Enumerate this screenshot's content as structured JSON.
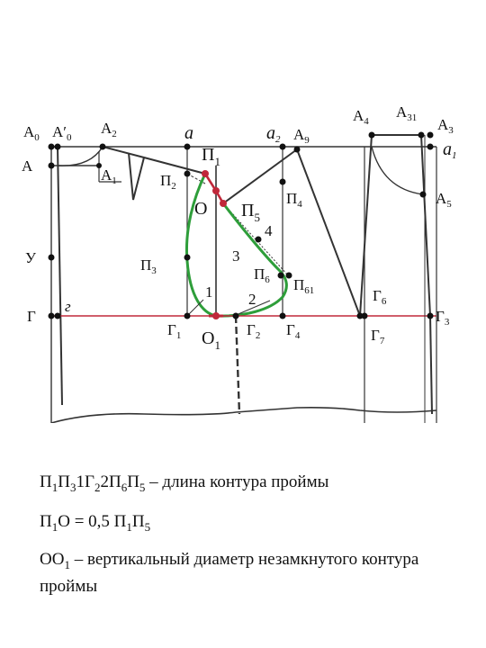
{
  "labels": {
    "A0": [
      "А",
      "0"
    ],
    "A0p": [
      "А′",
      "0"
    ],
    "A2": [
      "А",
      "2"
    ],
    "A": [
      "А",
      ""
    ],
    "A1": [
      "А",
      "1"
    ],
    "a": [
      "a",
      ""
    ],
    "P1": [
      "П",
      "1"
    ],
    "P2": [
      "П",
      "2"
    ],
    "O": [
      "О",
      ""
    ],
    "P5": [
      "П",
      "5"
    ],
    "a2": [
      "a",
      "2"
    ],
    "A9": [
      "А",
      "9"
    ],
    "P4": [
      "П",
      "4"
    ],
    "n4": [
      "4",
      ""
    ],
    "n3": [
      "3",
      ""
    ],
    "P3": [
      "П",
      "3"
    ],
    "P6": [
      "П",
      "6"
    ],
    "P61": [
      "П",
      "61"
    ],
    "n1": [
      "1",
      ""
    ],
    "n2": [
      "2",
      ""
    ],
    "U": [
      "У",
      ""
    ],
    "G": [
      "Г",
      ""
    ],
    "g": [
      "г",
      ""
    ],
    "G1": [
      "Г",
      "1"
    ],
    "O1": [
      "О",
      "1"
    ],
    "G2": [
      "Г",
      "2"
    ],
    "G4": [
      "Г",
      "4"
    ],
    "A4": [
      "А",
      "4"
    ],
    "A31": [
      "А",
      "31"
    ],
    "A3": [
      "А",
      "3"
    ],
    "a1": [
      "a",
      "1"
    ],
    "A5": [
      "А",
      "5"
    ],
    "G6": [
      "Г",
      "6"
    ],
    "G7": [
      "Г",
      "7"
    ],
    "G3": [
      "Г",
      "3"
    ]
  },
  "colors": {
    "line": "#333333",
    "armhole": "#2e9e3a",
    "accent": "#c0283a",
    "construction": "#555555"
  },
  "captions": {
    "line1": [
      [
        "П",
        ""
      ],
      [
        "",
        "1"
      ],
      [
        "П",
        ""
      ],
      [
        "",
        "3"
      ],
      [
        "1Г",
        ""
      ],
      [
        "",
        "2"
      ],
      [
        "2П",
        ""
      ],
      [
        "",
        "6"
      ],
      [
        "П",
        ""
      ],
      [
        "",
        "5"
      ],
      [
        " – длина контура проймы",
        ""
      ]
    ],
    "line2": [
      [
        "П",
        ""
      ],
      [
        "",
        "1"
      ],
      [
        "О = 0,5 П",
        ""
      ],
      [
        "",
        "1"
      ],
      [
        "П",
        ""
      ],
      [
        "",
        "5"
      ]
    ],
    "line3": [
      [
        "ОО",
        ""
      ],
      [
        "",
        "1"
      ],
      [
        " – вертикальный диаметр незамкнутого контура проймы",
        ""
      ]
    ]
  }
}
